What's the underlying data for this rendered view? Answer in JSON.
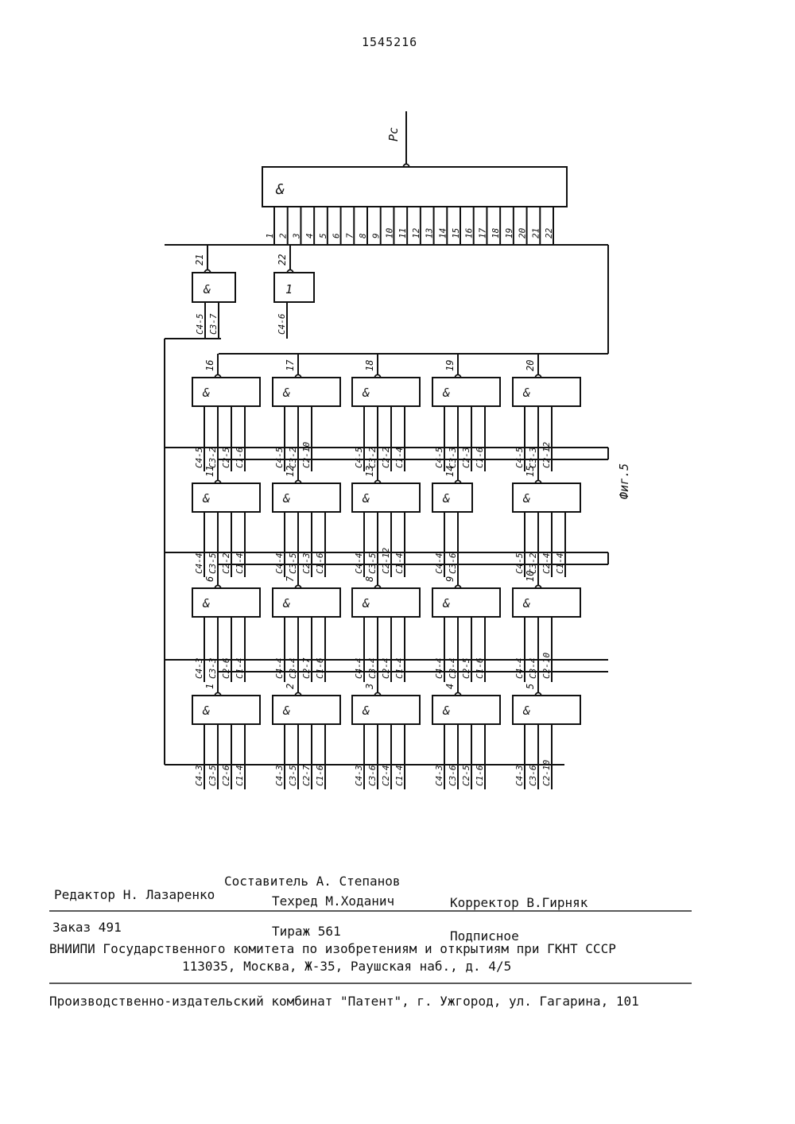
{
  "header": {
    "patent_number": "1545216"
  },
  "diagram": {
    "top_label": "Pc",
    "figure_label": "Фиг.5",
    "top_block": {
      "symbol": "&",
      "inputs": [
        "1",
        "2",
        "3",
        "4",
        "5",
        "6",
        "7",
        "8",
        "9",
        "10",
        "11",
        "12",
        "13",
        "14",
        "15",
        "16",
        "17",
        "18",
        "19",
        "20",
        "21",
        "22"
      ]
    },
    "aux_blocks": [
      {
        "number": "21",
        "symbol": "&",
        "inputs": [
          "C4-5",
          "C3-7"
        ]
      },
      {
        "number": "22",
        "symbol": "1",
        "inputs": [
          "C4-6"
        ]
      }
    ],
    "rows": [
      [
        {
          "number": "16",
          "symbol": "&",
          "inputs": [
            "C4-5",
            "C3-2",
            "C2-5",
            "C1-6"
          ]
        },
        {
          "number": "17",
          "symbol": "&",
          "inputs": [
            "C4-5",
            "C3-2",
            "C2-10"
          ]
        },
        {
          "number": "18",
          "symbol": "&",
          "inputs": [
            "C4-5",
            "C3-2",
            "C2-2",
            "C1-4"
          ]
        },
        {
          "number": "19",
          "symbol": "&",
          "inputs": [
            "C4-5",
            "C3-3",
            "C2-3",
            "C1-6"
          ]
        },
        {
          "number": "20",
          "symbol": "&",
          "inputs": [
            "C4-5",
            "C3-3",
            "C2-12"
          ]
        }
      ],
      [
        {
          "number": "11",
          "symbol": "&",
          "inputs": [
            "C4-4",
            "C3-5",
            "C2-2",
            "C1-4"
          ]
        },
        {
          "number": "12",
          "symbol": "&",
          "inputs": [
            "C4-4",
            "C3-5",
            "C2-3",
            "C1-6"
          ]
        },
        {
          "number": "13",
          "symbol": "&",
          "inputs": [
            "C4-4",
            "C3-5",
            "C2-12",
            "C1-4"
          ]
        },
        {
          "number": "14",
          "symbol": "&",
          "inputs": [
            "C4-4",
            "C3-6"
          ]
        },
        {
          "number": "15",
          "symbol": "&",
          "inputs": [
            "C4-5",
            "C3-2",
            "C2-4",
            "C1-4"
          ]
        }
      ],
      [
        {
          "number": "6",
          "symbol": "&",
          "inputs": [
            "C4-3",
            "C3-3",
            "C2-6",
            "C1-4"
          ]
        },
        {
          "number": "7",
          "symbol": "&",
          "inputs": [
            "C4-4",
            "C3-4",
            "C2-7",
            "C1-6"
          ]
        },
        {
          "number": "8",
          "symbol": "&",
          "inputs": [
            "C4-4",
            "C3-4",
            "C2-4",
            "C1-4"
          ]
        },
        {
          "number": "9",
          "symbol": "&",
          "inputs": [
            "C4-4",
            "C3-4",
            "C2-5",
            "C1-6"
          ]
        },
        {
          "number": "10",
          "symbol": "&",
          "inputs": [
            "C4-4",
            "C3-4",
            "C2-10"
          ]
        }
      ],
      [
        {
          "number": "1",
          "symbol": "&",
          "inputs": [
            "C4-3",
            "C3-5",
            "C2-6",
            "C1-4"
          ]
        },
        {
          "number": "2",
          "symbol": "&",
          "inputs": [
            "C4-3",
            "C3-5",
            "C2-7",
            "C1-6"
          ]
        },
        {
          "number": "3",
          "symbol": "&",
          "inputs": [
            "C4-3",
            "C3-6",
            "C2-4",
            "C1-4"
          ]
        },
        {
          "number": "4",
          "symbol": "&",
          "inputs": [
            "C4-3",
            "C3-6",
            "C2-5",
            "C1-6"
          ]
        },
        {
          "number": "5",
          "symbol": "&",
          "inputs": [
            "C4-3",
            "C3-6",
            "C2-10"
          ]
        }
      ]
    ]
  },
  "footer": {
    "composer": "Составитель  А. Степанов",
    "editor": "Редактор Н. Лазаренко",
    "techred": "Техред М.Ходанич",
    "corrector": "Корректор В.Гирняк",
    "order": "Заказ 491",
    "circulation": "Тираж 561",
    "subscription": "Подписное",
    "org": "ВНИИПИ Государственного комитета по изобретениям и открытиям при ГКНТ СССР",
    "address": "113035, Москва, Ж-35, Раушская наб., д. 4/5",
    "plant": "Производственно-издательский комбинат \"Патент\", г. Ужгород, ул. Гагарина, 101"
  }
}
